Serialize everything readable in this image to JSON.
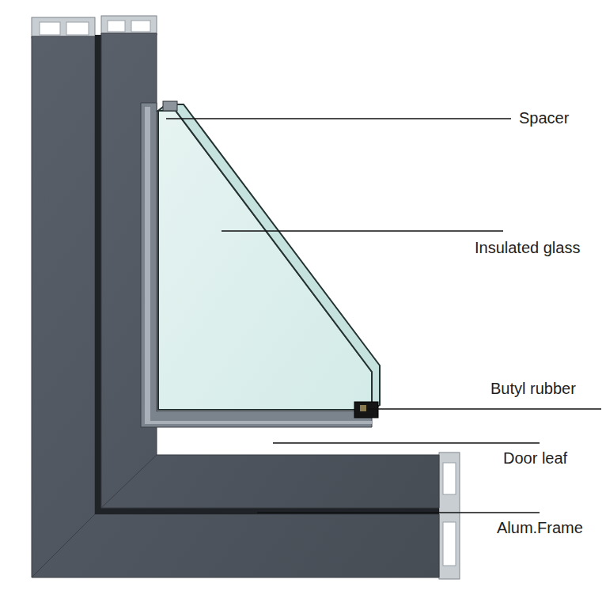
{
  "diagram": {
    "labels": [
      "Spacer",
      "Insulated glass",
      "Butyl rubber",
      "Door leaf",
      "Alum.Frame"
    ]
  }
}
